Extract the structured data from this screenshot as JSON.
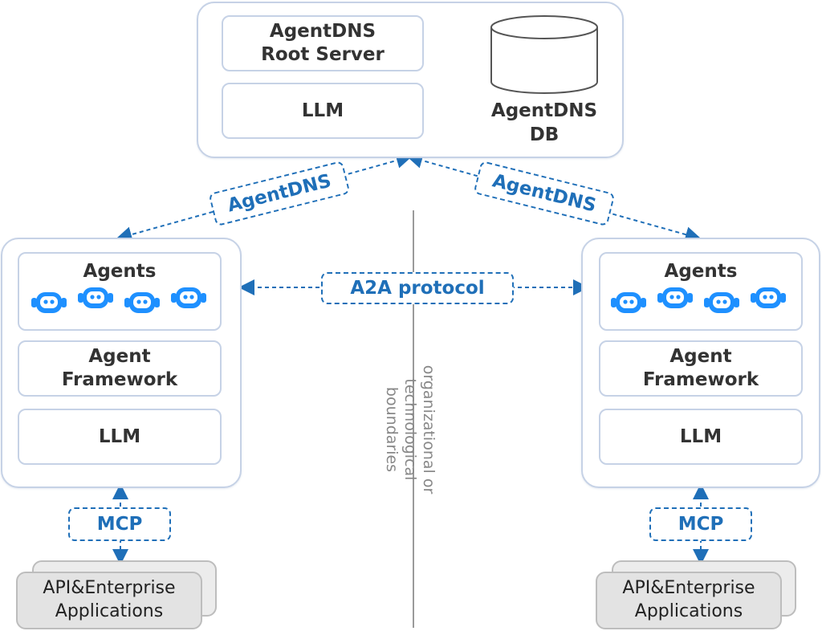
{
  "root": {
    "server_label": "AgentDNS\nRoot Server",
    "llm_label": "LLM",
    "db_label": "AgentDNS\nDB"
  },
  "connectors": {
    "agentdns_left": "AgentDNS",
    "agentdns_right": "AgentDNS",
    "a2a": "A2A protocol",
    "mcp_left": "MCP",
    "mcp_right": "MCP"
  },
  "left_stack": {
    "agents_label": "Agents",
    "framework_label": "Agent\nFramework",
    "llm_label": "LLM",
    "apps_label": "API&Enterprise\nApplications"
  },
  "right_stack": {
    "agents_label": "Agents",
    "framework_label": "Agent\nFramework",
    "llm_label": "LLM",
    "apps_label": "API&Enterprise\nApplications"
  },
  "boundary_label": "organizational or technological\nboundaries",
  "colors": {
    "accent_blue": "#1f6fb8",
    "robot_blue": "#1e90ff",
    "border": "#c6d2e6",
    "app_gray": "#e3e3e3"
  },
  "icons": [
    "robot-icon",
    "database-icon"
  ]
}
